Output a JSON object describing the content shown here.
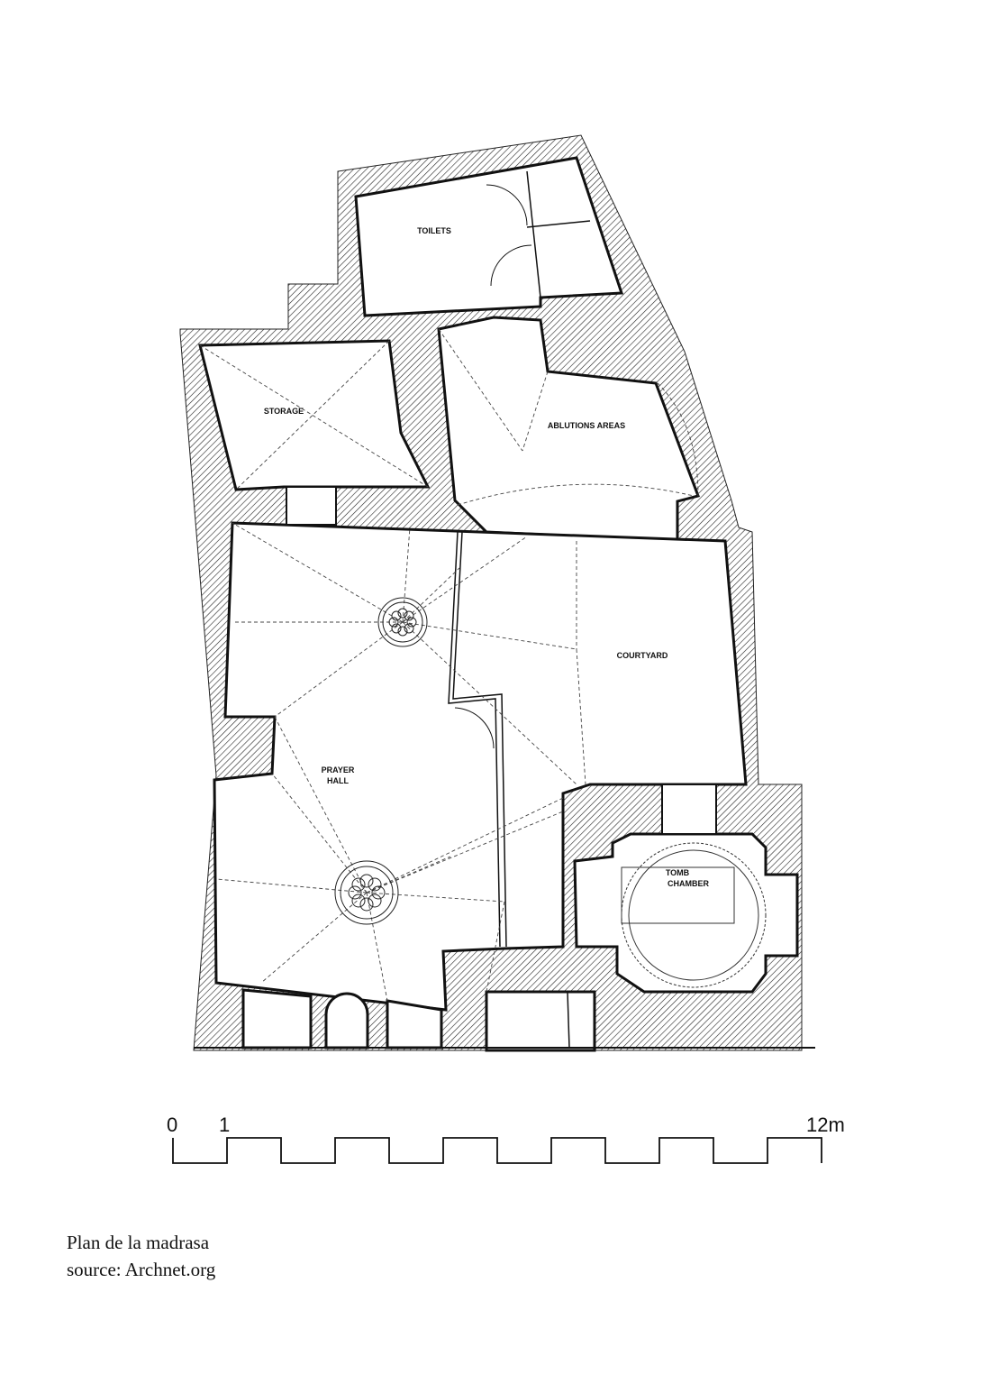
{
  "rooms": {
    "toilets": "TOILETS",
    "storage": "STORAGE",
    "ablutions": "ABLUTIONS AREAS",
    "courtyard": "COURTYARD",
    "prayer_hall_1": "PRAYER",
    "prayer_hall_2": "HALL",
    "tomb_1": "TOMB",
    "tomb_2": "CHAMBER"
  },
  "scale": {
    "start": "0",
    "one": "1",
    "end": "12m",
    "units_m": 12
  },
  "caption": {
    "title": "Plan de la madrasa",
    "source": "source: Archnet.org"
  }
}
